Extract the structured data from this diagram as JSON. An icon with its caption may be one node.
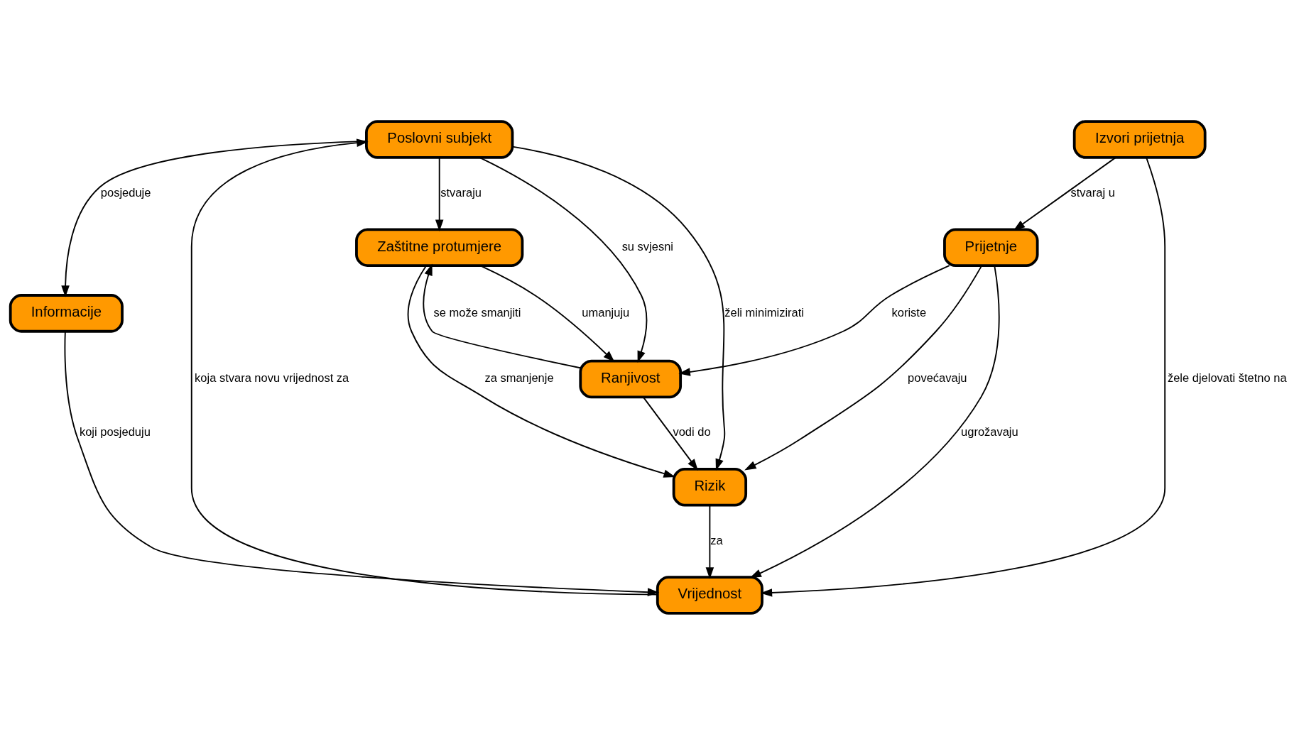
{
  "diagram": {
    "nodes": [
      {
        "text": [
          "Poslovni subjekt"
        ]
      },
      {
        "text": [
          "Zaštitne protumjere"
        ]
      },
      {
        "text": [
          "Informacije"
        ]
      },
      {
        "text": [
          "Ranjivost"
        ]
      },
      {
        "text": [
          "Izvori prijetnja"
        ]
      },
      {
        "text": [
          "Rizik"
        ]
      },
      {
        "text": [
          "Prijetnje"
        ]
      },
      {
        "text": [
          "Vrijednost"
        ]
      }
    ],
    "edges": [
      {
        "from": 0,
        "to": 2,
        "arrow": "to",
        "label": "posjeduje"
      },
      {
        "from": 0,
        "to": 5,
        "arrow": "to",
        "label": "želi minimizirati"
      },
      {
        "from": 0,
        "to": 1,
        "arrow": "to",
        "label": "stvaraju"
      },
      {
        "from": 0,
        "to": 3,
        "arrow": "to",
        "label": "su svjesni"
      },
      {
        "from": 1,
        "to": 5,
        "arrow": "to",
        "label": "za smanjenje"
      },
      {
        "from": 1,
        "to": 3,
        "arrow": "to",
        "label": "umanjuju"
      },
      {
        "from": 3,
        "to": 1,
        "arrow": "to",
        "label": "se može smanjiti"
      },
      {
        "from": 3,
        "to": 5,
        "arrow": "to",
        "label": "vodi do"
      },
      {
        "from": 2,
        "to": 7,
        "arrow": "to",
        "label": "koji posjeduju"
      },
      {
        "from": 4,
        "to": 6,
        "arrow": "to",
        "label": "stvaraj u"
      },
      {
        "from": 6,
        "to": 3,
        "arrow": "to",
        "label": "koriste"
      },
      {
        "from": 6,
        "to": 5,
        "arrow": "to",
        "label": "povećavaju"
      },
      {
        "from": 6,
        "to": 7,
        "arrow": "to",
        "label": "ugrožavaju"
      },
      {
        "from": 5,
        "to": 7,
        "arrow": "to",
        "label": "za"
      },
      {
        "from": 4,
        "to": 7,
        "arrow": "to",
        "label": "žele djelovati štetno na"
      },
      {
        "from": 7,
        "to": 0,
        "arrow": "to",
        "label": "koja stvara novu vrijednost za"
      }
    ]
  }
}
